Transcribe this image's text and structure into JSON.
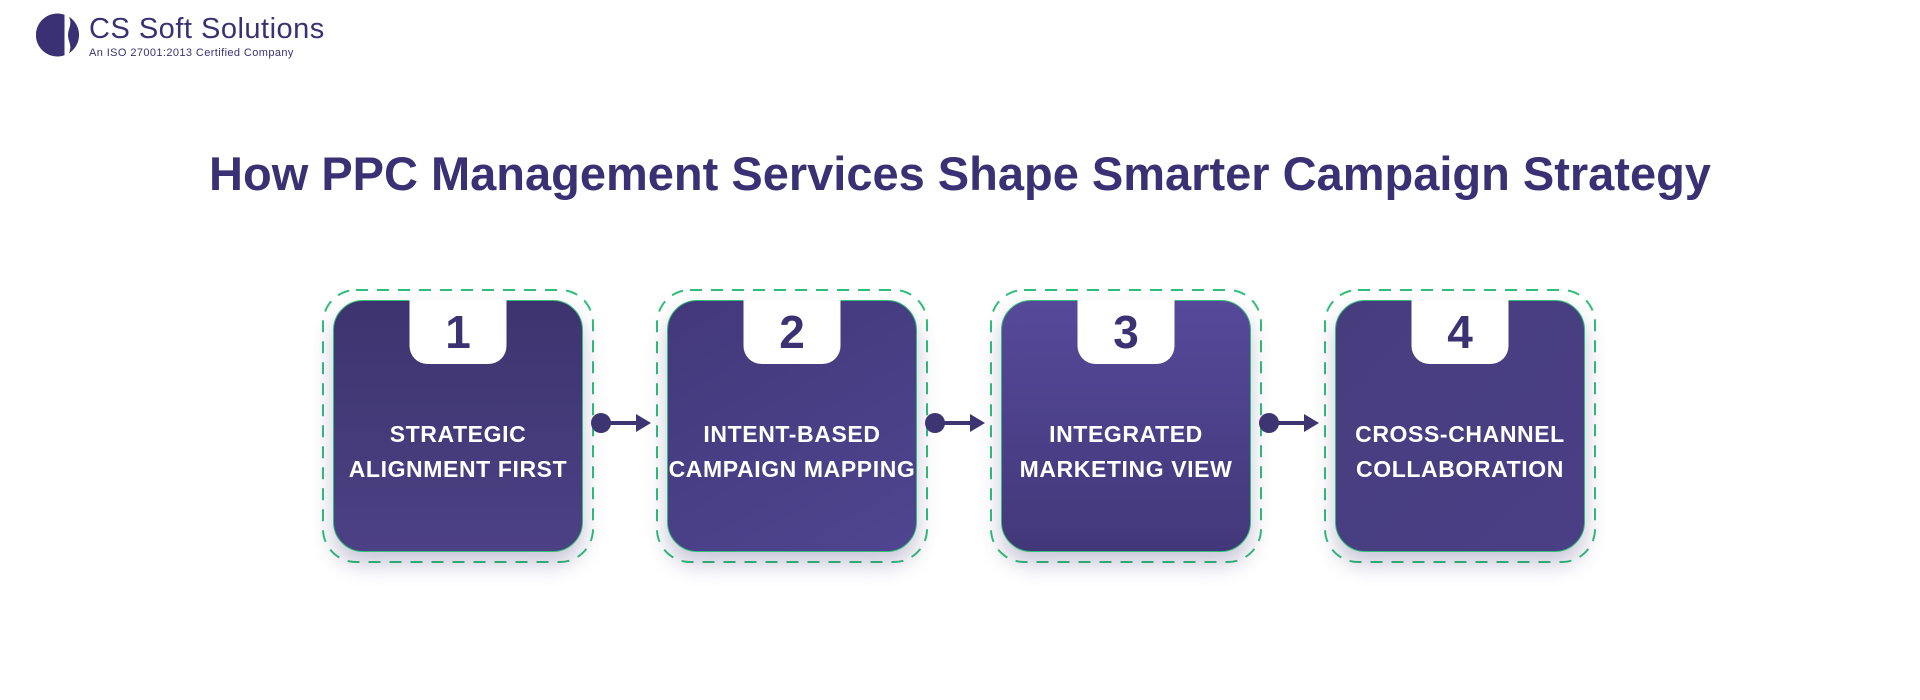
{
  "brand": {
    "name": "CS Soft Solutions",
    "tagline": "An ISO 27001:2013 Certified Company",
    "logo_icon": "cs-circle-monogram",
    "color": "#3a3174"
  },
  "title": "How PPC Management Services Shape Smarter Campaign Strategy",
  "colors": {
    "background": "#ffffff",
    "title_text": "#3a3174",
    "dash_green": "#2fbf78",
    "connector_purple": "#3d3472",
    "step_number": "#3b3274",
    "step_label_text": "#ffffff",
    "notch_bg": "#ffffff"
  },
  "steps": [
    {
      "number": "1",
      "label_lines": [
        "STRATEGIC",
        "ALIGNMENT FIRST"
      ],
      "gradient": {
        "angle": "180deg",
        "from": "#3d346f",
        "to": "#4c4184"
      }
    },
    {
      "number": "2",
      "label_lines": [
        "INTENT-BASED",
        "CAMPAIGN MAPPING"
      ],
      "gradient": {
        "angle": "150deg",
        "from": "#42387a",
        "to": "#4f4590"
      }
    },
    {
      "number": "3",
      "label_lines": [
        "INTEGRATED",
        "MARKETING VIEW"
      ],
      "gradient": {
        "angle": "180deg",
        "from": "#56499a",
        "to": "#423879"
      }
    },
    {
      "number": "4",
      "label_lines": [
        "CROSS-CHANNEL",
        "COLLABORATION"
      ],
      "gradient": {
        "angle": "135deg",
        "from": "#473d7e",
        "to": "#4a3f85"
      }
    }
  ]
}
